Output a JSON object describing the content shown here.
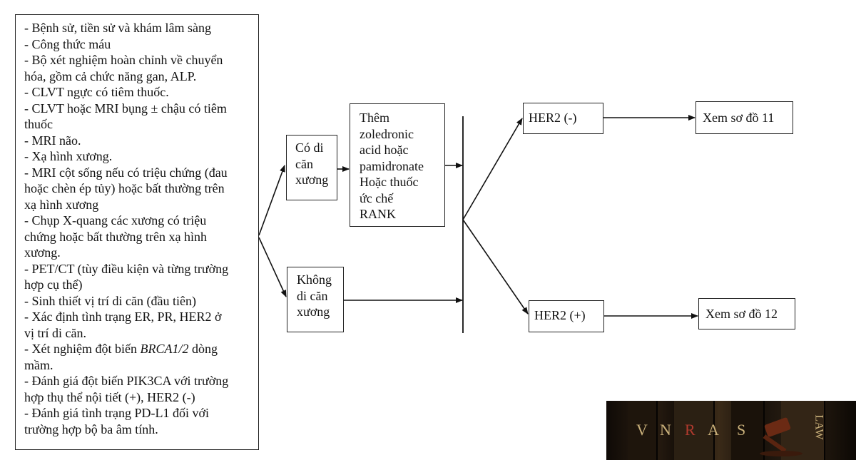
{
  "workup": {
    "lines": [
      "- Bệnh sử, tiền sử và khám lâm sàng",
      "- Công thức máu",
      "- Bộ xét nghiệm hoàn chỉnh về chuyển",
      "hóa, gồm cả chức năng gan, ALP.",
      "- CLVT ngực có tiêm thuốc.",
      "- CLVT hoặc MRI bụng ± chậu có tiêm",
      "thuốc",
      "- MRI não.",
      "- Xạ hình xương.",
      "- MRI cột sống nếu có triệu chứng (đau",
      "hoặc chèn ép tủy) hoặc bất thường trên",
      "xạ hình xương",
      "- Chụp X-quang các xương có triệu",
      "chứng hoặc bất thường trên xạ hình",
      "xương.",
      "- PET/CT (tùy điều kiện và từng trường",
      "hợp cụ thể)",
      "- Sinh thiết vị trí di căn (đầu tiên)",
      "- Xác định tình trạng ER, PR, HER2 ở",
      "vị trí di căn.",
      "- Xét nghiệm đột biến ",
      "mầm.",
      "- Đánh giá đột biến PIK3CA với trường",
      "hợp thụ thể nội tiết (+), HER2 (-)",
      "- Đánh giá tình trạng PD-L1 đối với",
      "trường hợp bộ ba âm tính."
    ],
    "brca_italic": "BRCA1/2",
    "brca_suffix": " dòng"
  },
  "bone_mets": {
    "line1": "Có di",
    "line2": "căn",
    "line3": "xương"
  },
  "no_bone_mets": {
    "line1": "Không",
    "line2": "di căn",
    "line3": "xương"
  },
  "add_treatment": {
    "lines": [
      "Thêm",
      "zoledronic",
      "acid hoặc",
      "pamidronate",
      "Hoặc thuốc",
      "ức chế",
      "RANK"
    ]
  },
  "her2_negative": "HER2 (-)",
  "her2_positive": "HER2 (+)",
  "ref_11": "Xem sơ đồ 11",
  "ref_12": "Xem sơ đồ 12",
  "logo": {
    "letters": [
      "V",
      "N",
      "R",
      "A",
      "S"
    ],
    "law": "LAW",
    "letter_color": "#c9b07a",
    "accent_color": "#b03a2e"
  }
}
